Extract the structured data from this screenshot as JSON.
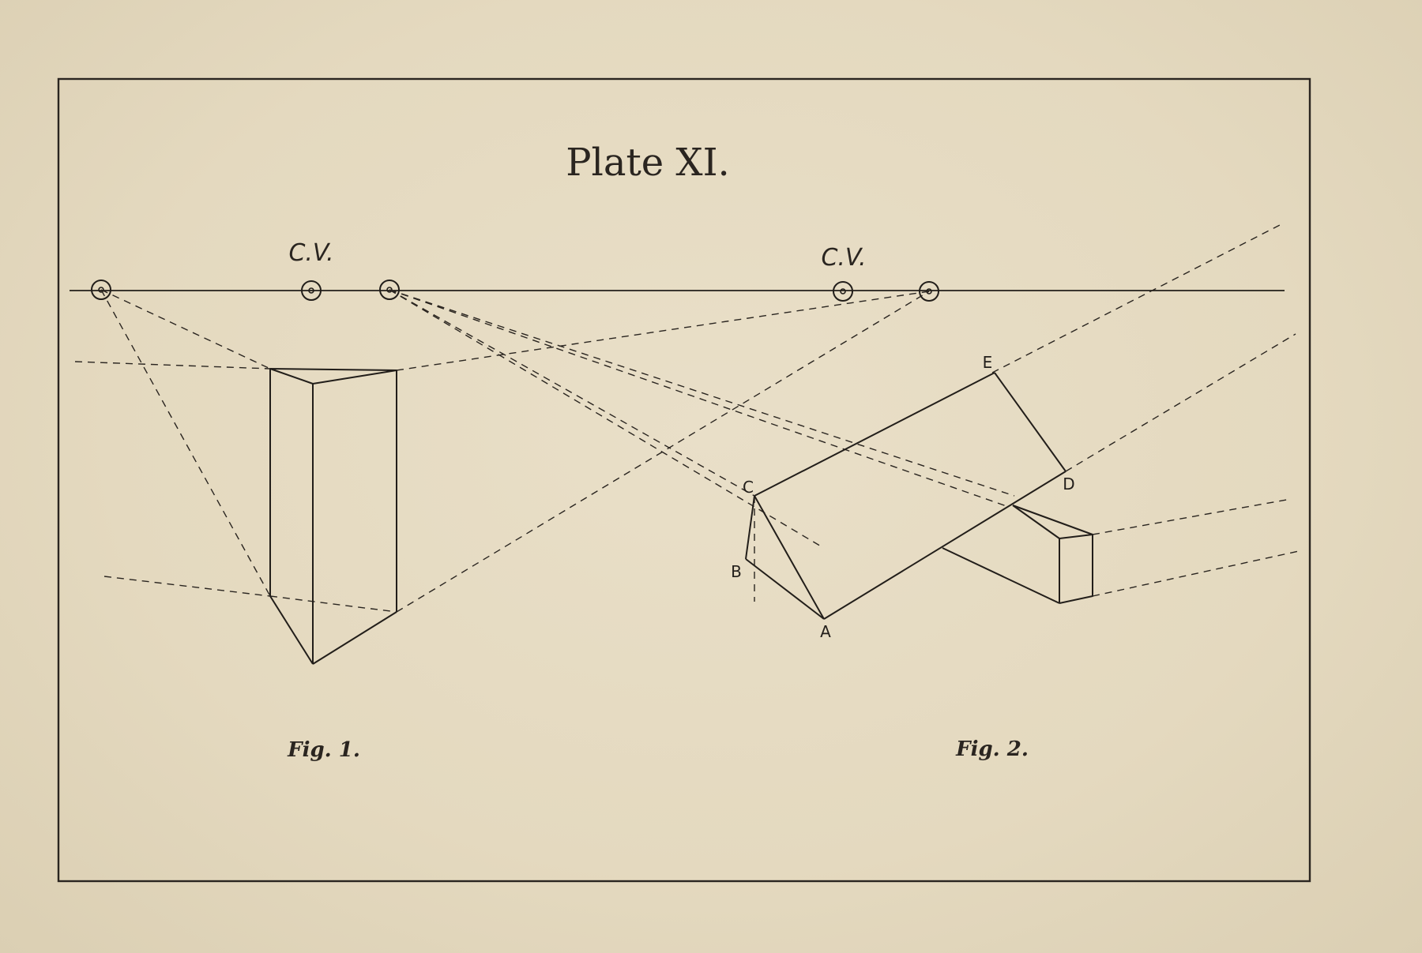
{
  "plate": {
    "title": "Plate XI.",
    "center_of_vision_label_1": "C.V.",
    "center_of_vision_label_2": "C.V."
  },
  "figures": {
    "fig1_caption": "Fig. 1.",
    "fig2_caption": "Fig. 2."
  },
  "points": {
    "a": "A",
    "b": "B",
    "c": "C",
    "d": "D",
    "e": "E"
  },
  "colors": {
    "paper": "#e4d9bf",
    "ink": "#221e1a"
  }
}
